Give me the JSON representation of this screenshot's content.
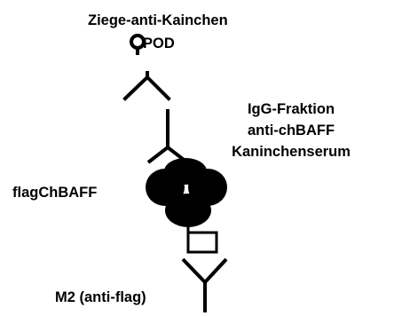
{
  "labels": {
    "secondary_antibody": "Ziege-anti-Kainchen",
    "enzyme": "POD",
    "igg_line1": "IgG-Fraktion",
    "igg_line2": "anti-chBAFF",
    "igg_line3": "Kaninchenserum",
    "antigen": "flagChBAFF",
    "capture_antibody": "M2 (anti-flag)"
  },
  "colors": {
    "ink": "#000000",
    "background": "#ffffff"
  }
}
